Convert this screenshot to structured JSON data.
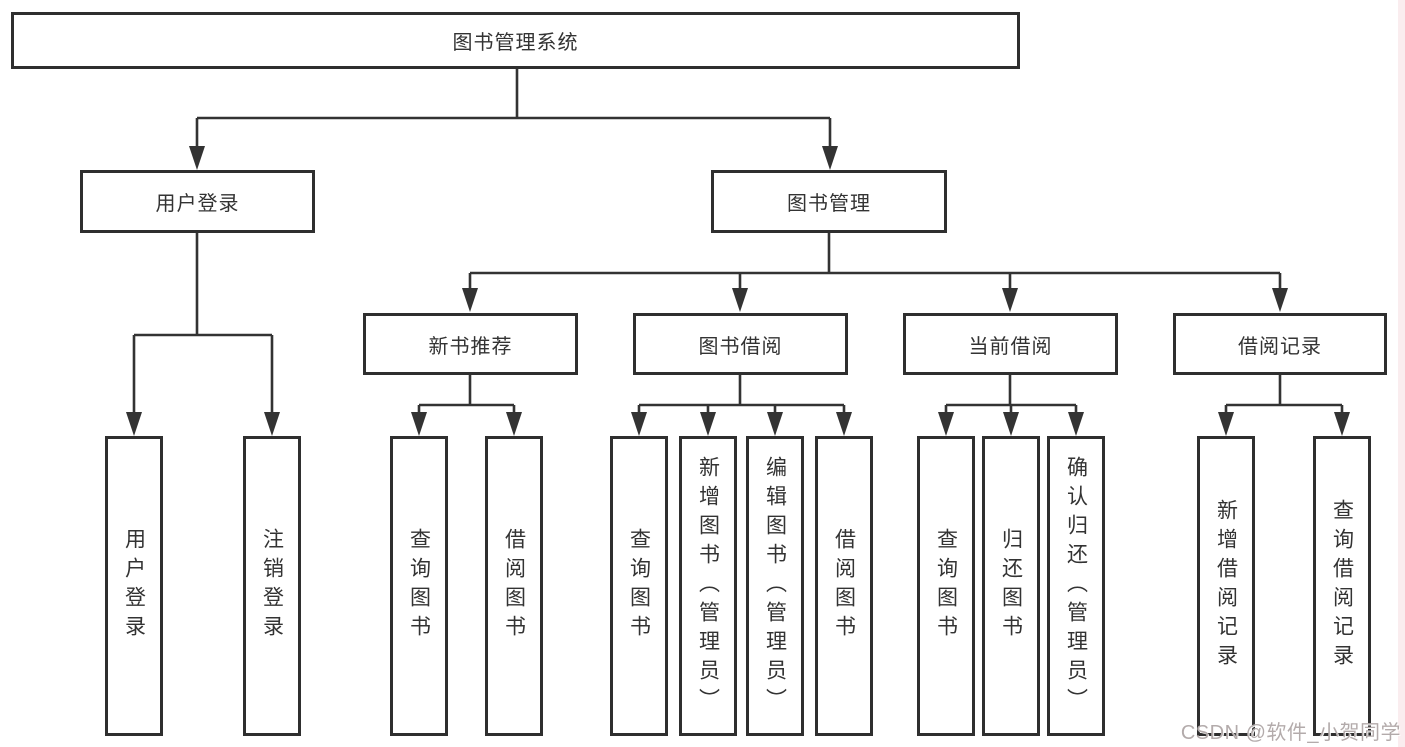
{
  "title": "图书管理系统",
  "colors": {
    "line": "#333333",
    "box_border": "#2f2f2f",
    "box_fill": "#ffffff",
    "watermark": "#b3abab",
    "right_edge_tint": "#f8e6e8"
  },
  "tree": {
    "root": {
      "label": "图书管理系统"
    },
    "branches": [
      {
        "label": "用户登录",
        "children": [
          {
            "label": "用户登录"
          },
          {
            "label": "注销登录"
          }
        ]
      },
      {
        "label": "图书管理",
        "groups": [
          {
            "label": "新书推荐",
            "children": [
              {
                "label": "查询图书"
              },
              {
                "label": "借阅图书"
              }
            ]
          },
          {
            "label": "图书借阅",
            "children": [
              {
                "label": "查询图书"
              },
              {
                "label": "新增图书（管理员）"
              },
              {
                "label": "编辑图书（管理员）"
              },
              {
                "label": "借阅图书"
              }
            ]
          },
          {
            "label": "当前借阅",
            "children": [
              {
                "label": "查询图书"
              },
              {
                "label": "归还图书"
              },
              {
                "label": "确认归还（管理员）"
              }
            ]
          },
          {
            "label": "借阅记录",
            "children": [
              {
                "label": "新增借阅记录"
              },
              {
                "label": "查询借阅记录"
              }
            ]
          }
        ]
      }
    ]
  },
  "watermark": {
    "text": "CSDN @软件_小贺同学"
  }
}
